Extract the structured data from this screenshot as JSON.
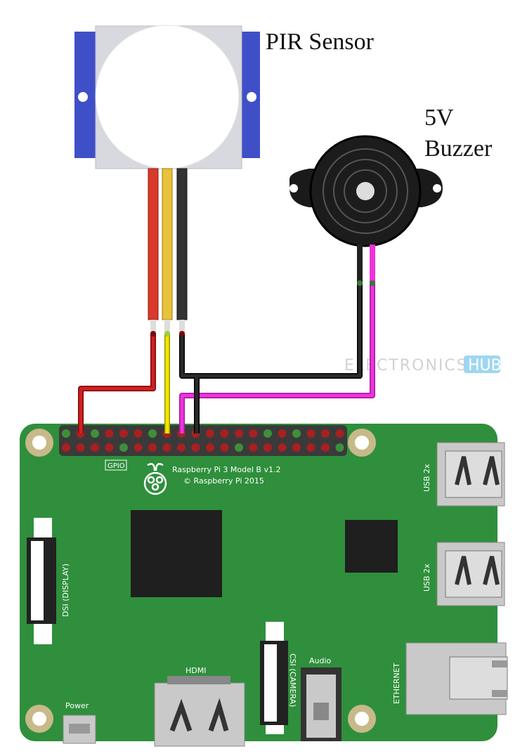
{
  "labels": {
    "pir": "PIR Sensor",
    "buzzer_line1": "5V",
    "buzzer_line2": "Buzzer",
    "gpio": "GPIO",
    "board_model": "Raspberry Pi 3 Model B v1.2",
    "board_copyright": "© Raspberry Pi 2015",
    "usb_top": "USB 2x",
    "usb_bottom": "USB 2x",
    "ethernet": "ETHERNET",
    "dsi": "DSI (DISPLAY)",
    "csi": "CSI (CAMERA)",
    "audio": "Audio",
    "hdmi": "HDMI",
    "power": "Power"
  },
  "watermark": {
    "left": "ELECTRONICS",
    "right": "HUB"
  },
  "colors": {
    "board": "#2f8f3c",
    "wire_vcc": "#d21f1f",
    "wire_signal": "#f0e600",
    "wire_gnd": "#222222",
    "wire_buzzer": "#ee33dd",
    "pir_mount": "#3f4fc8"
  }
}
